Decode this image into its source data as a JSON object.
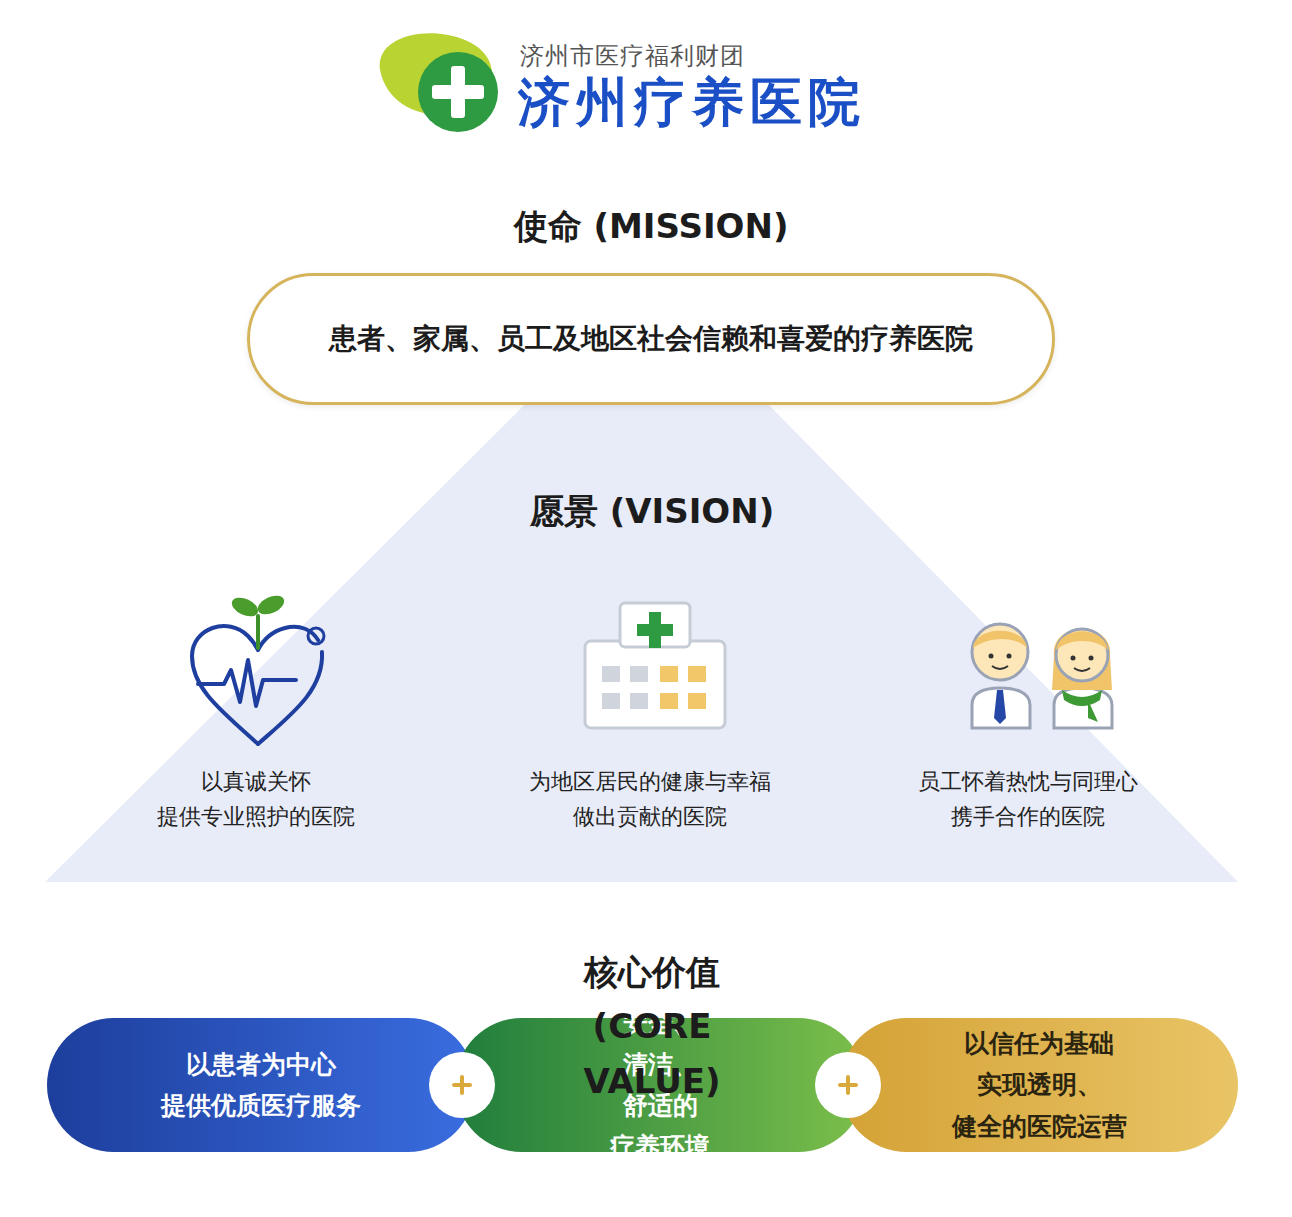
{
  "diagram": {
    "title": "济州疗养医院",
    "nodes": [
      {
        "text": [
          "使命 (MISSION)",
          "患者、家属、员工及地区社会信赖和喜爱的疗养医院"
        ]
      },
      {
        "text": [
          "愿景 (VISION)"
        ]
      },
      {
        "text": [
          "以患者为中心 提供优质医疗服务"
        ]
      },
      {
        "text": [
          "安全、清洁、舒适的 疗养环境"
        ]
      },
      {
        "text": [
          "以信任为基础 实现透明、健全的医院运营"
        ]
      }
    ],
    "labels": [
      "济州市医疗福利财团",
      "以真诚关怀 提供专业照护的医院",
      "为地区居民的健康与幸福 做出贡献的医院",
      "员工怀着热忱与同理心 携手合作的医院",
      "核心价值 (CORE VALUE)"
    ]
  }
}
